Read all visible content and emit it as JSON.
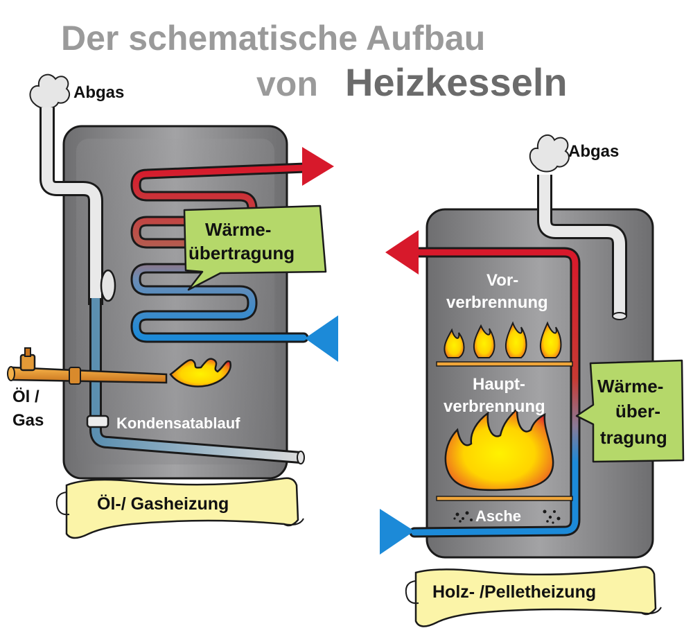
{
  "title": {
    "line1": "Der schematische Aufbau",
    "line2_prefix": "von",
    "line2_emphasis": "Heizkesseln"
  },
  "left_boiler": {
    "exhaust_label": "Abgas",
    "heat_transfer_label_line1": "Wärme-",
    "heat_transfer_label_line2": "übertragung",
    "fuel_label_line1": "Öl /",
    "fuel_label_line2": "Gas",
    "condensate_label": "Kondensatablauf",
    "banner_label": "Öl-/ Gasheizung"
  },
  "right_boiler": {
    "exhaust_label": "Abgas",
    "pre_combustion_line1": "Vor-",
    "pre_combustion_line2": "verbrennung",
    "main_combustion_line1": "Haupt-",
    "main_combustion_line2": "verbrennung",
    "ash_label": "Asche",
    "heat_transfer_line1": "Wärme-",
    "heat_transfer_line2": "über-",
    "heat_transfer_line3": "tragung",
    "banner_label": "Holz- /Pelletheizung"
  },
  "colors": {
    "boiler_gray": "#8a8a8c",
    "hot_red": "#d7192b",
    "cold_blue": "#1c8ad8",
    "callout_green": "#b5d86a",
    "banner_yellow": "#fbf4a8",
    "title_gray": "#9a9a9a",
    "title_dark": "#6b6b6b",
    "flame_yellow": "#ffe600",
    "flame_orange": "#f07d1a"
  }
}
